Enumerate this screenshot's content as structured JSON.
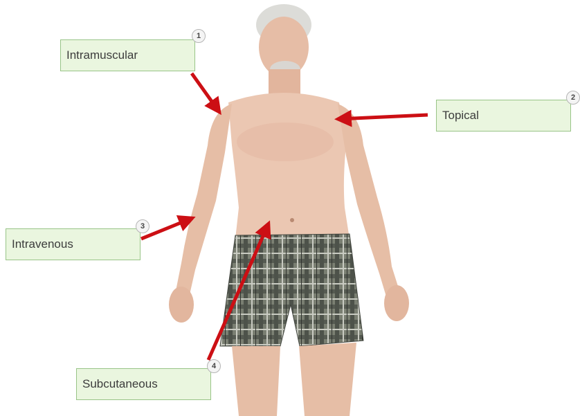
{
  "labels": [
    {
      "number": "1",
      "text": "Intramuscular"
    },
    {
      "number": "2",
      "text": "Topical"
    },
    {
      "number": "3",
      "text": "Intravenous"
    },
    {
      "number": "4",
      "text": "Subcutaneous"
    }
  ],
  "colors": {
    "arrow": "#cc0f14",
    "label_background": "#eaf6df",
    "label_border": "#98c487",
    "skin": "#e9c3ad",
    "shorts": "#6f7468"
  }
}
